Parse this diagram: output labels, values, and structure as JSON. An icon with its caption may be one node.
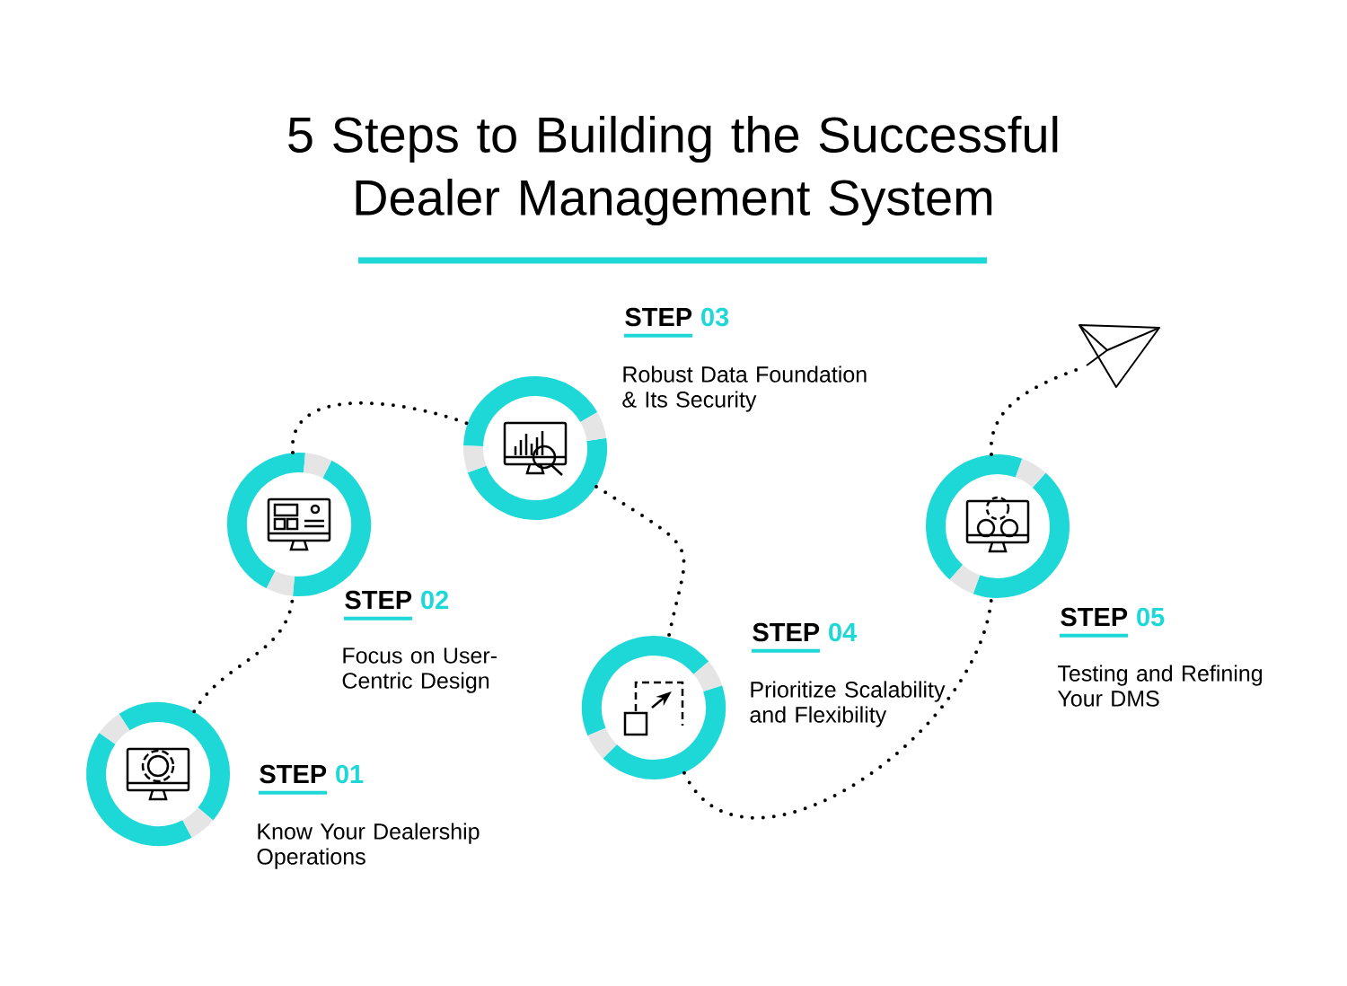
{
  "diagram": {
    "title": "5 Steps to Building the Successful Dealer Management System",
    "nodes": [
      {
        "text": [],
        "shape": "circle",
        "beside": [
          "STEP",
          "01",
          "Know Your Dealership Operations"
        ]
      },
      {
        "text": [],
        "shape": "circle",
        "beside": [
          "STEP",
          "02",
          "Focus on User-Centric Design"
        ]
      },
      {
        "text": [],
        "shape": "circle",
        "beside": [
          "STEP",
          "03",
          "Robust Data Foundation & Its Security"
        ]
      },
      {
        "text": [],
        "shape": "circle",
        "beside": [
          "STEP",
          "04",
          "Prioritize Scalability and Flexibility"
        ]
      },
      {
        "text": [],
        "shape": "circle",
        "beside": [
          "STEP",
          "05",
          "Testing and Refining Your DMS"
        ]
      },
      {
        "text": [],
        "shape": "picture"
      }
    ],
    "edges": [
      {
        "from": 0,
        "to": 1,
        "arrow": "none"
      },
      {
        "from": 1,
        "to": 2,
        "arrow": "none"
      },
      {
        "from": 2,
        "to": 3,
        "arrow": "none"
      },
      {
        "from": 3,
        "to": 4,
        "arrow": "none"
      },
      {
        "from": 4,
        "to": 5,
        "arrow": "none"
      }
    ]
  }
}
